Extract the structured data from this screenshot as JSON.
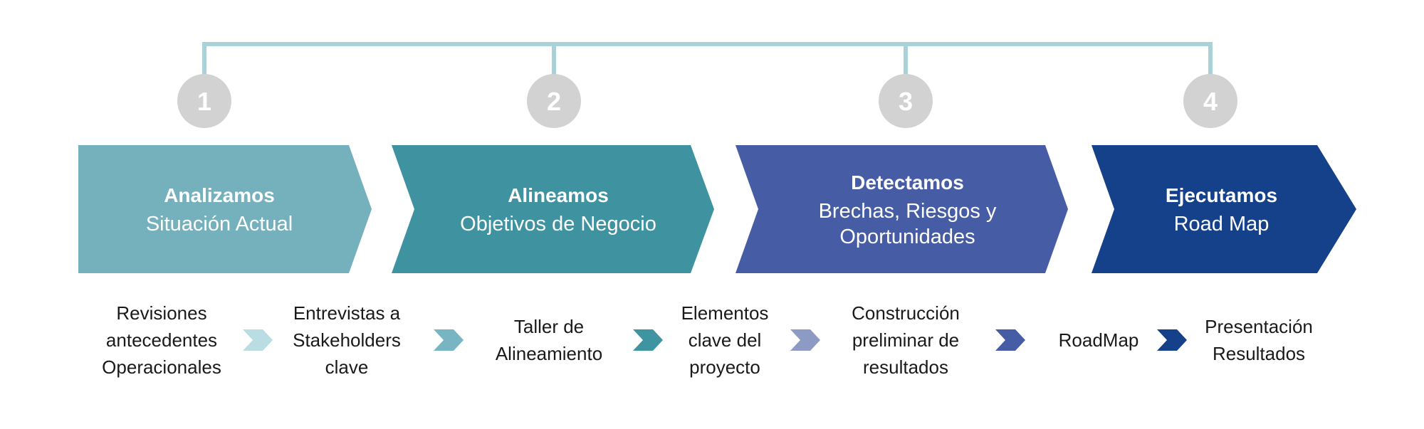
{
  "colors": {
    "connector": "#a9d2d8",
    "number_circle": "#d2d2d2",
    "text_dark": "#1a1a1a"
  },
  "steps": [
    {
      "number": "1",
      "title": "Analizamos",
      "subtitle": [
        "Situación Actual"
      ],
      "color": "#75b0bd"
    },
    {
      "number": "2",
      "title": "Alineamos",
      "subtitle": [
        "Objetivos de Negocio"
      ],
      "color": "#3f93a0"
    },
    {
      "number": "3",
      "title": "Detectamos",
      "subtitle": [
        "Brechas, Riesgos y",
        "Oportunidades"
      ],
      "color": "#465da6"
    },
    {
      "number": "4",
      "title": "Ejecutamos",
      "subtitle": [
        "Road Map"
      ],
      "color": "#15408a"
    }
  ],
  "activities": [
    {
      "lines": [
        "Revisiones",
        "antecedentes",
        "Operacionales"
      ]
    },
    {
      "lines": [
        "Entrevistas a",
        "Stakeholders",
        "clave"
      ]
    },
    {
      "lines": [
        "Taller de",
        "Alineamiento"
      ]
    },
    {
      "lines": [
        "Elementos",
        "clave del",
        "proyecto"
      ]
    },
    {
      "lines": [
        "Construcción",
        "preliminar de",
        "resultados"
      ]
    },
    {
      "lines": [
        "RoadMap"
      ]
    },
    {
      "lines": [
        "Presentación",
        "Resultados"
      ]
    }
  ],
  "activity_arrows": [
    {
      "color": "#b9dde2"
    },
    {
      "color": "#78b5c2"
    },
    {
      "color": "#3e95a1"
    },
    {
      "color": "#8d9ac4"
    },
    {
      "color": "#465da6"
    },
    {
      "color": "#15408a"
    }
  ]
}
